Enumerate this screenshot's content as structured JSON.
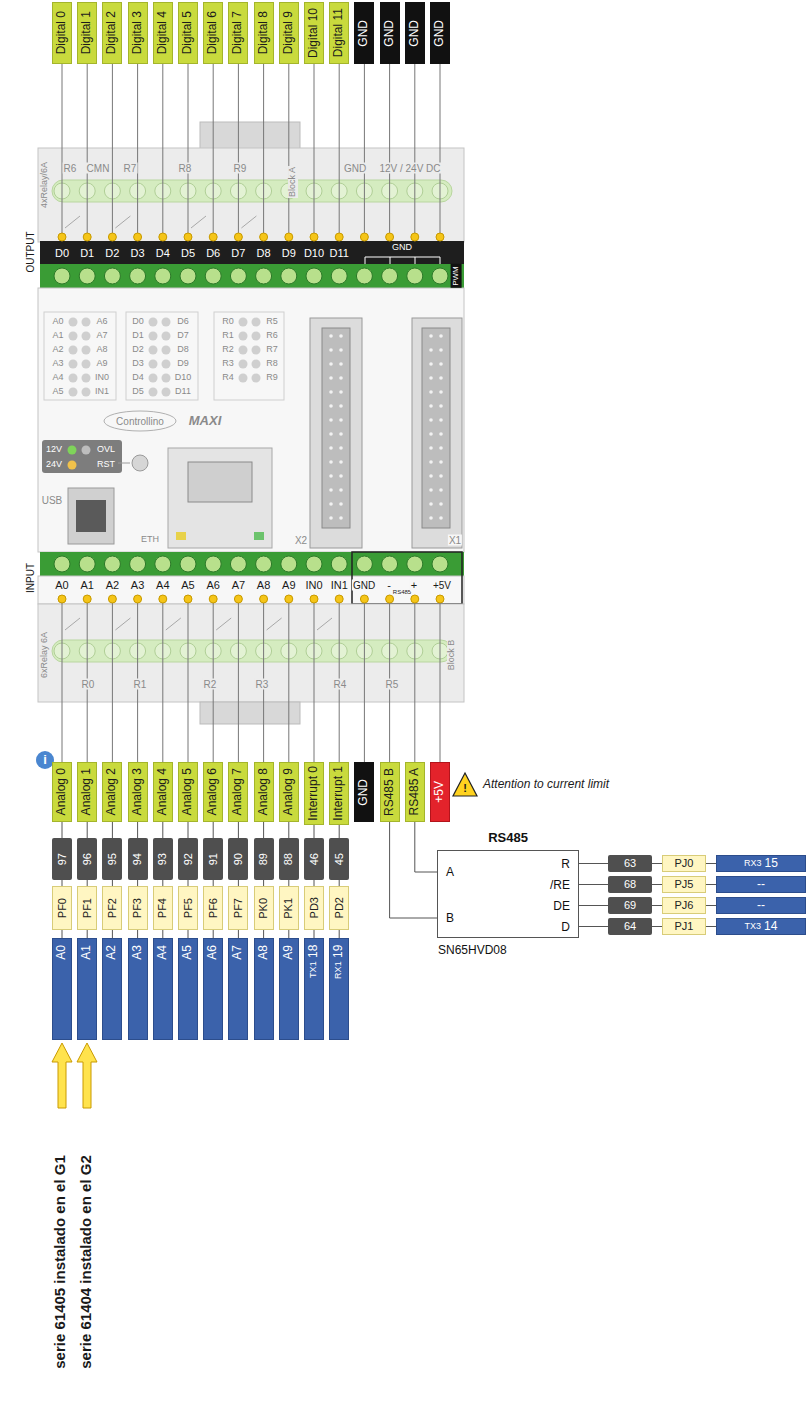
{
  "diagram": {
    "nodes": [
      {
        "text": [
          "Digital 0"
        ]
      },
      {
        "text": [
          "Digital 1"
        ]
      },
      {
        "text": [
          "Digital 2"
        ]
      },
      {
        "text": [
          "Digital 3"
        ]
      },
      {
        "text": [
          "Digital 4"
        ]
      },
      {
        "text": [
          "Digital 5"
        ]
      },
      {
        "text": [
          "Digital 6"
        ]
      },
      {
        "text": [
          "Digital 7"
        ]
      },
      {
        "text": [
          "Digital 8"
        ]
      },
      {
        "text": [
          "Digital 9"
        ]
      },
      {
        "text": [
          "Digital 10"
        ]
      },
      {
        "text": [
          "Digital 11"
        ]
      },
      {
        "text": [
          "GND"
        ]
      },
      {
        "text": [
          "GND"
        ]
      },
      {
        "text": [
          "GND"
        ]
      },
      {
        "text": [
          "GND"
        ]
      },
      {
        "text": [
          "Analog 0"
        ]
      },
      {
        "text": [
          "Analog 1"
        ]
      },
      {
        "text": [
          "Analog 2"
        ]
      },
      {
        "text": [
          "Analog 3"
        ]
      },
      {
        "text": [
          "Analog 4"
        ]
      },
      {
        "text": [
          "Analog 5"
        ]
      },
      {
        "text": [
          "Analog 6"
        ]
      },
      {
        "text": [
          "Analog 7"
        ]
      },
      {
        "text": [
          "Analog 8"
        ]
      },
      {
        "text": [
          "Analog 9"
        ]
      },
      {
        "text": [
          "Interrupt 0"
        ]
      },
      {
        "text": [
          "Interrupt 1"
        ]
      },
      {
        "text": [
          "GND"
        ]
      },
      {
        "text": [
          "RS485 B"
        ]
      },
      {
        "text": [
          "RS485 A"
        ]
      },
      {
        "text": [
          "+5V"
        ]
      },
      {
        "text": [
          "97"
        ]
      },
      {
        "text": [
          "96"
        ]
      },
      {
        "text": [
          "95"
        ]
      },
      {
        "text": [
          "94"
        ]
      },
      {
        "text": [
          "93"
        ]
      },
      {
        "text": [
          "92"
        ]
      },
      {
        "text": [
          "91"
        ]
      },
      {
        "text": [
          "90"
        ]
      },
      {
        "text": [
          "89"
        ]
      },
      {
        "text": [
          "88"
        ]
      },
      {
        "text": [
          "46"
        ]
      },
      {
        "text": [
          "45"
        ]
      },
      {
        "text": [
          "PF0"
        ]
      },
      {
        "text": [
          "PF1"
        ]
      },
      {
        "text": [
          "PF2"
        ]
      },
      {
        "text": [
          "PF3"
        ]
      },
      {
        "text": [
          "PF4"
        ]
      },
      {
        "text": [
          "PF5"
        ]
      },
      {
        "text": [
          "PF6"
        ]
      },
      {
        "text": [
          "PF7"
        ]
      },
      {
        "text": [
          "PK0"
        ]
      },
      {
        "text": [
          "PK1"
        ]
      },
      {
        "text": [
          "PD3"
        ]
      },
      {
        "text": [
          "PD2"
        ]
      },
      {
        "text": [
          "A0"
        ]
      },
      {
        "text": [
          "A1"
        ]
      },
      {
        "text": [
          "A2"
        ]
      },
      {
        "text": [
          "A3"
        ]
      },
      {
        "text": [
          "A4"
        ]
      },
      {
        "text": [
          "A5"
        ]
      },
      {
        "text": [
          "A6"
        ]
      },
      {
        "text": [
          "A7"
        ]
      },
      {
        "text": [
          "A8"
        ]
      },
      {
        "text": [
          "A9"
        ]
      },
      {
        "text": [
          "TX1",
          "18"
        ]
      },
      {
        "text": [
          "RX1",
          "19"
        ]
      },
      {
        "text": [
          "RS485",
          "A",
          "B",
          "R",
          "/RE",
          "DE",
          "D",
          "SN65HVD08"
        ]
      },
      {
        "text": [
          "63"
        ]
      },
      {
        "text": [
          "PJ0"
        ]
      },
      {
        "text": [
          "RX3",
          "15"
        ]
      },
      {
        "text": [
          "68"
        ]
      },
      {
        "text": [
          "PJ5"
        ]
      },
      {
        "text": [
          "--"
        ]
      },
      {
        "text": [
          "69"
        ]
      },
      {
        "text": [
          "PJ6"
        ]
      },
      {
        "text": [
          "--"
        ]
      },
      {
        "text": [
          "64"
        ]
      },
      {
        "text": [
          "PJ1"
        ]
      },
      {
        "text": [
          "TX3",
          "14"
        ]
      }
    ],
    "edges": [
      {
        "from": 16,
        "to": 32,
        "arrow": "none"
      },
      {
        "from": 32,
        "to": 44,
        "arrow": "none"
      },
      {
        "from": 44,
        "to": 56,
        "arrow": "none"
      },
      {
        "from": 17,
        "to": 33,
        "arrow": "none"
      },
      {
        "from": 33,
        "to": 45,
        "arrow": "none"
      },
      {
        "from": 45,
        "to": 57,
        "arrow": "none"
      },
      {
        "from": 18,
        "to": 34,
        "arrow": "none"
      },
      {
        "from": 34,
        "to": 46,
        "arrow": "none"
      },
      {
        "from": 46,
        "to": 58,
        "arrow": "none"
      },
      {
        "from": 19,
        "to": 35,
        "arrow": "none"
      },
      {
        "from": 35,
        "to": 47,
        "arrow": "none"
      },
      {
        "from": 47,
        "to": 59,
        "arrow": "none"
      },
      {
        "from": 20,
        "to": 36,
        "arrow": "none"
      },
      {
        "from": 36,
        "to": 48,
        "arrow": "none"
      },
      {
        "from": 48,
        "to": 60,
        "arrow": "none"
      },
      {
        "from": 21,
        "to": 37,
        "arrow": "none"
      },
      {
        "from": 37,
        "to": 49,
        "arrow": "none"
      },
      {
        "from": 49,
        "to": 61,
        "arrow": "none"
      },
      {
        "from": 22,
        "to": 38,
        "arrow": "none"
      },
      {
        "from": 38,
        "to": 50,
        "arrow": "none"
      },
      {
        "from": 50,
        "to": 62,
        "arrow": "none"
      },
      {
        "from": 23,
        "to": 39,
        "arrow": "none"
      },
      {
        "from": 39,
        "to": 51,
        "arrow": "none"
      },
      {
        "from": 51,
        "to": 63,
        "arrow": "none"
      },
      {
        "from": 24,
        "to": 40,
        "arrow": "none"
      },
      {
        "from": 40,
        "to": 52,
        "arrow": "none"
      },
      {
        "from": 52,
        "to": 64,
        "arrow": "none"
      },
      {
        "from": 25,
        "to": 41,
        "arrow": "none"
      },
      {
        "from": 41,
        "to": 53,
        "arrow": "none"
      },
      {
        "from": 53,
        "to": 65,
        "arrow": "none"
      },
      {
        "from": 26,
        "to": 42,
        "arrow": "none"
      },
      {
        "from": 42,
        "to": 54,
        "arrow": "none"
      },
      {
        "from": 54,
        "to": 66,
        "arrow": "none"
      },
      {
        "from": 27,
        "to": 43,
        "arrow": "none"
      },
      {
        "from": 43,
        "to": 55,
        "arrow": "none"
      },
      {
        "from": 55,
        "to": 67,
        "arrow": "none"
      },
      {
        "from": 30,
        "to": 68,
        "arrow": "none"
      },
      {
        "from": 29,
        "to": 68,
        "arrow": "none"
      },
      {
        "from": 68,
        "to": 69,
        "arrow": "none"
      },
      {
        "from": 69,
        "to": 70,
        "arrow": "none"
      },
      {
        "from": 70,
        "to": 71,
        "arrow": "none"
      },
      {
        "from": 68,
        "to": 72,
        "arrow": "none"
      },
      {
        "from": 72,
        "to": 73,
        "arrow": "none"
      },
      {
        "from": 73,
        "to": 74,
        "arrow": "none"
      },
      {
        "from": 68,
        "to": 75,
        "arrow": "none"
      },
      {
        "from": 75,
        "to": 76,
        "arrow": "none"
      },
      {
        "from": 76,
        "to": 77,
        "arrow": "none"
      },
      {
        "from": 68,
        "to": 78,
        "arrow": "none"
      },
      {
        "from": 78,
        "to": 79,
        "arrow": "none"
      },
      {
        "from": 79,
        "to": 80,
        "arrow": "none"
      }
    ],
    "labels": [
      "4xRelay/6A",
      "R6",
      "CMN",
      "R7",
      "R8",
      "R9",
      "Block A",
      "GND",
      "12V / 24V DC",
      "OUTPUT",
      "D0",
      "D1",
      "D2",
      "D3",
      "D4",
      "D5",
      "D6",
      "D7",
      "D8",
      "D9",
      "D10",
      "D11",
      "GND",
      "PWM",
      "A0",
      "A1",
      "A2",
      "A3",
      "A4",
      "A5",
      "A6",
      "A7",
      "A8",
      "A9",
      "IN0",
      "IN1",
      "D0",
      "D1",
      "D2",
      "D3",
      "D4",
      "D5",
      "D6",
      "D7",
      "D8",
      "D9",
      "D10",
      "D11",
      "R0",
      "R1",
      "R2",
      "R3",
      "R4",
      "R5",
      "R6",
      "R7",
      "R8",
      "R9",
      "Controllino",
      "MAXI",
      "12V",
      "24V",
      "OVL",
      "RST",
      "USB",
      "ETH",
      "X2",
      "X1",
      "INPUT",
      "A0",
      "A1",
      "A2",
      "A3",
      "A4",
      "A5",
      "A6",
      "A7",
      "A8",
      "A9",
      "IN0",
      "IN1",
      "GND",
      "-",
      "RS485",
      "+",
      "+5V",
      "6xRelay 6A",
      "R0",
      "R1",
      "R2",
      "R3",
      "R4",
      "R5",
      "Block B",
      "i",
      "!",
      "Attention to current limit",
      "serie 61405 instalado en el G1",
      "serie 61404 instalado en el G2"
    ]
  }
}
